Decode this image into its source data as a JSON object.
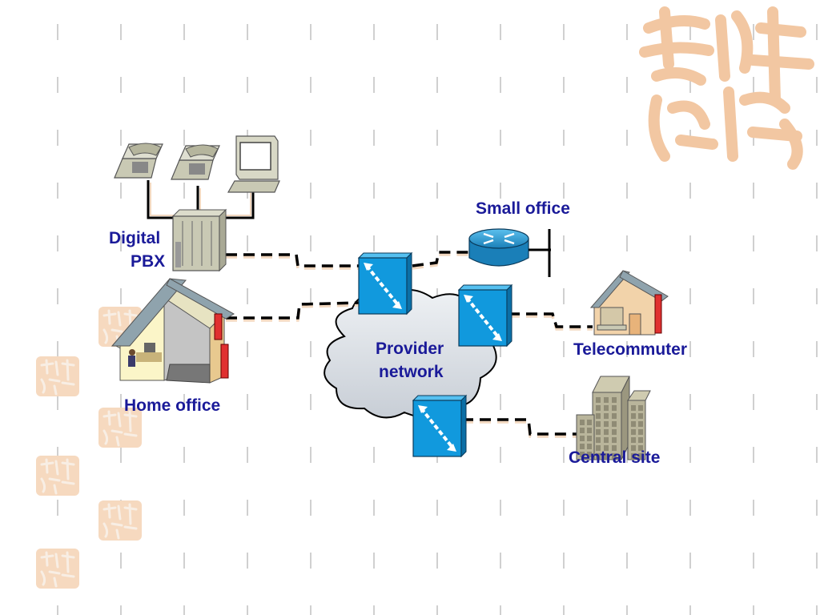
{
  "labels": {
    "digital": "Digital",
    "pbx": "PBX",
    "home_office": "Home office",
    "provider": "Provider",
    "network": "network",
    "small_office": "Small office",
    "telecommuter": "Telecommuter",
    "central_site": "Central site"
  },
  "colors": {
    "label_text": "#1a1a99",
    "tick_marks": "#cfcfcf",
    "seal": "#f2c7a2",
    "switch_blue": "#1199dd",
    "cloud": "#d9dde3",
    "router": "#2aa0d8",
    "house_roof": "#8fa3ad",
    "building": "#b9b59b",
    "dashed_link": "#000000",
    "dashed_link_shadow": "#f2d8c0"
  },
  "icons": [
    "phone-icon",
    "phone-icon",
    "computer-terminal-icon",
    "pbx-icon",
    "home-office-house-icon",
    "switch-icon",
    "router-icon",
    "telecommuter-house-icon",
    "building-icon",
    "cloud-icon",
    "seal-icon"
  ]
}
